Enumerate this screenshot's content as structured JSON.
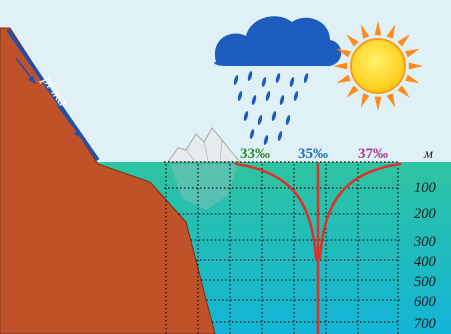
{
  "diagram": {
    "river_label": "річка",
    "salinity_labels": [
      {
        "text": "33‰",
        "color": "#2e8b2e"
      },
      {
        "text": "35‰",
        "color": "#1f6fbf"
      },
      {
        "text": "37‰",
        "color": "#a83a8a"
      }
    ],
    "depth_unit": "м",
    "depth_labels": [
      "100",
      "200",
      "300",
      "400",
      "500",
      "600",
      "700"
    ]
  },
  "colors": {
    "sky": "#dff1f7",
    "sea_top": "#2fc4a0",
    "sea_bottom": "#12b4d8",
    "land": "#c0522a",
    "river": "#1f4fb0",
    "cloud": "#1f5cc0",
    "sun": "#ffd21a",
    "sun_rays": "#ff8a1a",
    "curves": "#e0302a",
    "grid": "#1a1a1a"
  },
  "icons": [
    "rain-cloud-icon",
    "sun-icon",
    "iceberg-icon"
  ]
}
